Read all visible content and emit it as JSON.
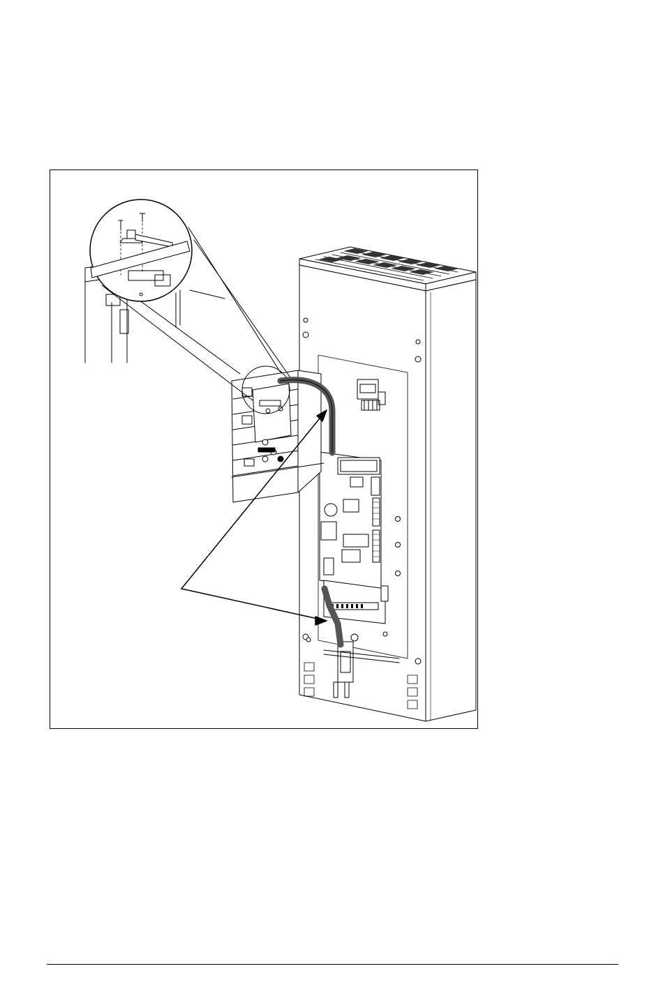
{
  "page": {
    "figure": {
      "subject": "drive-unit-cable-routing-illustration",
      "callouts": [
        "detail-magnifier",
        "pointer-arrows"
      ]
    },
    "footer": {}
  }
}
